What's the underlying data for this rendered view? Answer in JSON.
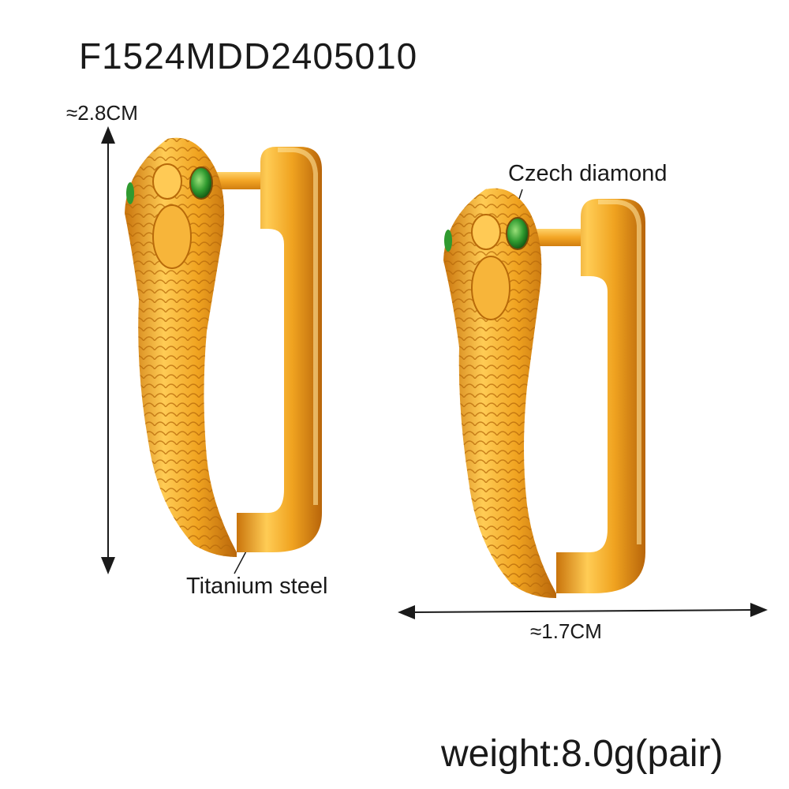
{
  "product": {
    "sku": "F1524MDD2405010",
    "weight": "weight:8.0g(pair)"
  },
  "dimensions": {
    "height": "≈2.8CM",
    "width": "≈1.7CM"
  },
  "callouts": {
    "stone": "Czech diamond",
    "material": "Titanium steel"
  },
  "colors": {
    "gold_light": "#ffcc55",
    "gold_mid": "#f0a320",
    "gold_dark": "#c9740c",
    "stone_green": "#2f9a2f",
    "ink": "#1a1a1a"
  }
}
